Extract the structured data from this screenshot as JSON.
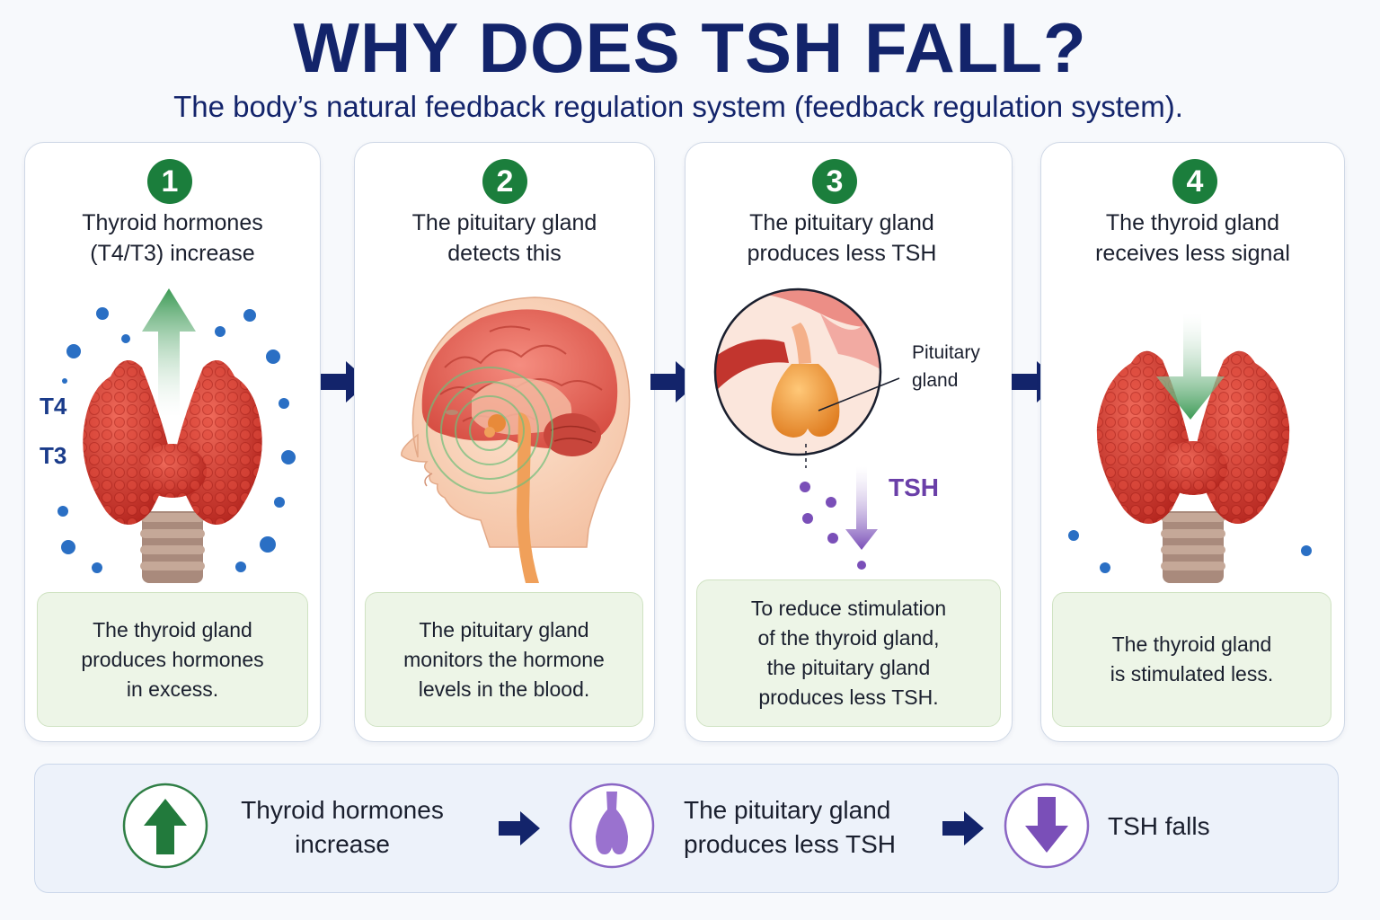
{
  "title": "WHY DOES TSH FALL?",
  "subtitle": "The body’s natural feedback regulation system (feedback regulation system).",
  "steps": [
    {
      "number": "1",
      "title": "Thyroid hormones\n(T4/T3) increase",
      "labels": [
        "T4",
        "T3"
      ],
      "caption": "The thyroid gland\nproduces hormones\nin excess."
    },
    {
      "number": "2",
      "title": "The pituitary gland\ndetects this",
      "caption": "The pituitary gland\nmonitors the hormone\nlevels in the blood."
    },
    {
      "number": "3",
      "title": "The pituitary gland\nproduces less TSH",
      "callout": "Pituitary\ngland",
      "hormone_label": "TSH",
      "caption": "To reduce stimulation\nof the thyroid gland,\nthe pituitary gland\nproduces less TSH."
    },
    {
      "number": "4",
      "title": "The thyroid gland\nreceives less signal",
      "caption": "The thyroid gland\nis stimulated less."
    }
  ],
  "summary": [
    {
      "text": "Thyroid hormones\nincrease",
      "icon": "up-arrow-icon"
    },
    {
      "text": "The pituitary gland\nproduces less TSH",
      "icon": "pituitary-icon"
    },
    {
      "text": "TSH falls",
      "icon": "down-arrow-icon"
    }
  ],
  "colors": {
    "title": "#13246b",
    "badge": "#1b7e3c",
    "caption_bg": "#edf5e7",
    "flow_arrow": "#13246b",
    "hormone_dot": "#2a6fc4",
    "tsh_purple": "#7a4fb8",
    "green_arrow": "#3c9a55"
  }
}
